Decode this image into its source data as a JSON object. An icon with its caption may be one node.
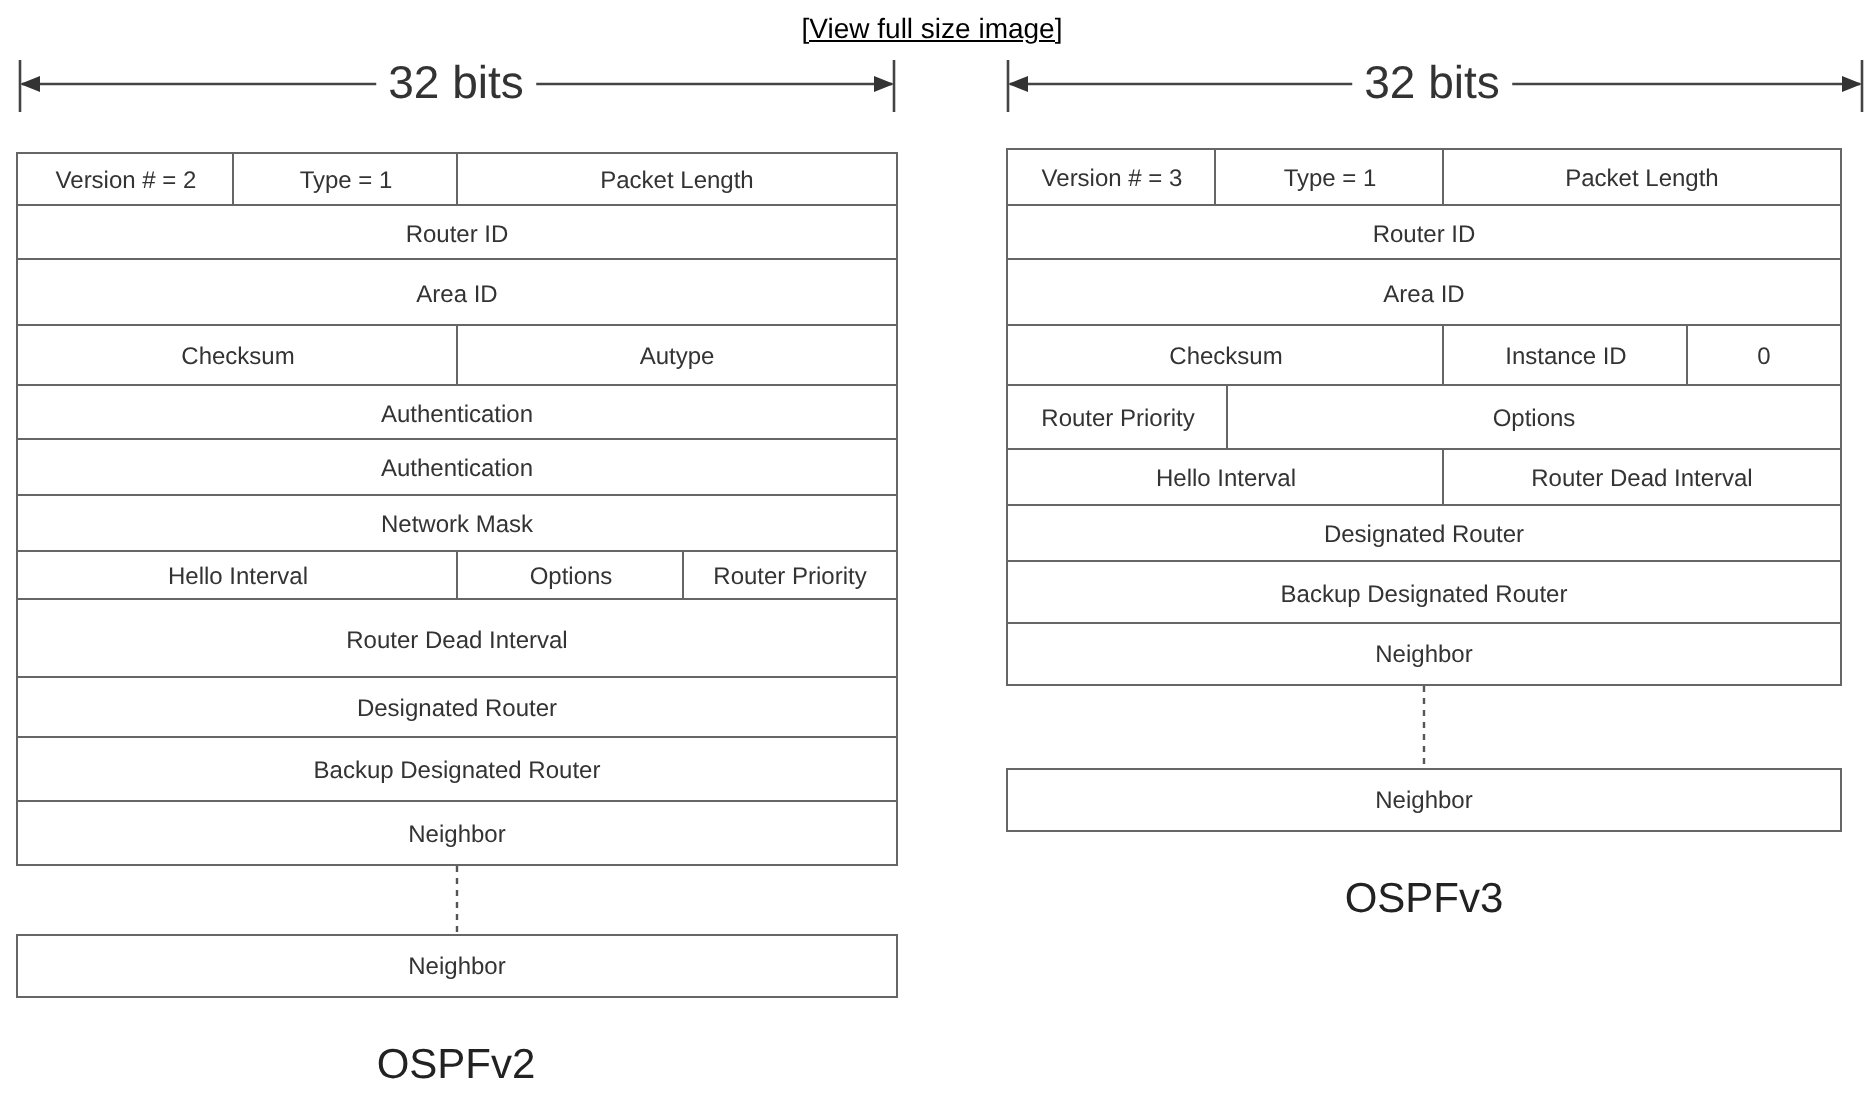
{
  "diagram": {
    "nodes": [
      {
        "text": [
          "Version # = 2"
        ]
      },
      {
        "text": [
          "Type = 1"
        ]
      },
      {
        "text": [
          "Packet Length"
        ]
      },
      {
        "text": [
          "Router ID"
        ]
      },
      {
        "text": [
          "Area ID"
        ]
      },
      {
        "text": [
          "Checksum"
        ]
      },
      {
        "text": [
          "Autype"
        ]
      },
      {
        "text": [
          "Authentication"
        ]
      },
      {
        "text": [
          "Authentication"
        ]
      },
      {
        "text": [
          "Network Mask"
        ]
      },
      {
        "text": [
          "Hello Interval"
        ]
      },
      {
        "text": [
          "Options"
        ]
      },
      {
        "text": [
          "Router Priority"
        ]
      },
      {
        "text": [
          "Router Dead Interval"
        ]
      },
      {
        "text": [
          "Designated Router"
        ]
      },
      {
        "text": [
          "Backup Designated Router"
        ]
      },
      {
        "text": [
          "Neighbor"
        ]
      },
      {
        "text": [
          "Neighbor"
        ]
      },
      {
        "text": [
          "Version # = 3"
        ]
      },
      {
        "text": [
          "Type = 1"
        ]
      },
      {
        "text": [
          "Packet Length"
        ]
      },
      {
        "text": [
          "Router ID"
        ]
      },
      {
        "text": [
          "Area ID"
        ]
      },
      {
        "text": [
          "Checksum"
        ]
      },
      {
        "text": [
          "Instance ID"
        ]
      },
      {
        "text": [
          "0"
        ]
      },
      {
        "text": [
          "Router Priority"
        ]
      },
      {
        "text": [
          "Options"
        ]
      },
      {
        "text": [
          "Hello Interval"
        ]
      },
      {
        "text": [
          "Router Dead Interval"
        ]
      },
      {
        "text": [
          "Designated Router"
        ]
      },
      {
        "text": [
          "Backup Designated Router"
        ]
      },
      {
        "text": [
          "Neighbor"
        ]
      },
      {
        "text": [
          "Neighbor"
        ]
      }
    ],
    "edges": [
      {
        "from": 16,
        "to": 17,
        "arrow": "none",
        "style": "dashed"
      },
      {
        "from": 32,
        "to": 33,
        "arrow": "none",
        "style": "dashed"
      }
    ],
    "labels": [
      "[View full size image]",
      "32 bits",
      "32 bits",
      "OSPFv3",
      "OSPFv2"
    ]
  }
}
